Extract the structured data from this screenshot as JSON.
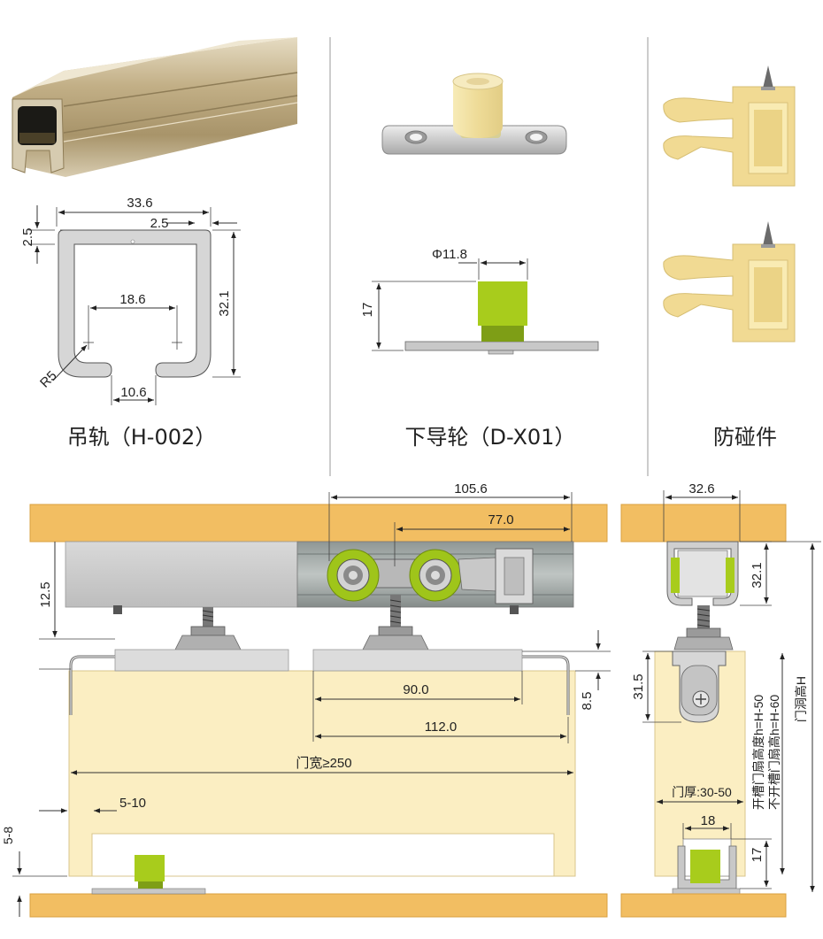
{
  "captions": {
    "rail": "吊轨（H-002）",
    "guide": "下导轮（D-X01）",
    "stopper": "防碰件"
  },
  "rail_profile": {
    "width": "33.6",
    "lip": "2.5",
    "top": "2.5",
    "height": "32.1",
    "center": "18.6",
    "radius": "R5",
    "opening": "10.6"
  },
  "guide_dims": {
    "diameter": "Φ11.8",
    "height": "17"
  },
  "front_view": {
    "d105": "105.6",
    "d77": "77.0",
    "d12_5": "12.5",
    "d90": "90.0",
    "d8_5": "8.5",
    "d112": "112.0",
    "door_width": "门宽≥250",
    "d5_10": "5-10",
    "d5_8": "5-8"
  },
  "side_view": {
    "d32_6": "32.6",
    "d32_1": "32.1",
    "d31_5": "31.5",
    "door_thick": "门厚:30-50",
    "d18": "18",
    "d17": "17",
    "slot": "开槽门扇高度h=H-50",
    "noslot": "不开槽门扇高h=H-60",
    "opening": "门洞高H"
  },
  "colors": {
    "wood": "#F2BE62",
    "wood_edge": "#D9A040",
    "door": "#FBEEC2",
    "lime": "#A8CC1C",
    "silver": "#C8C8C8",
    "rail_gold": "#C7B68C"
  }
}
